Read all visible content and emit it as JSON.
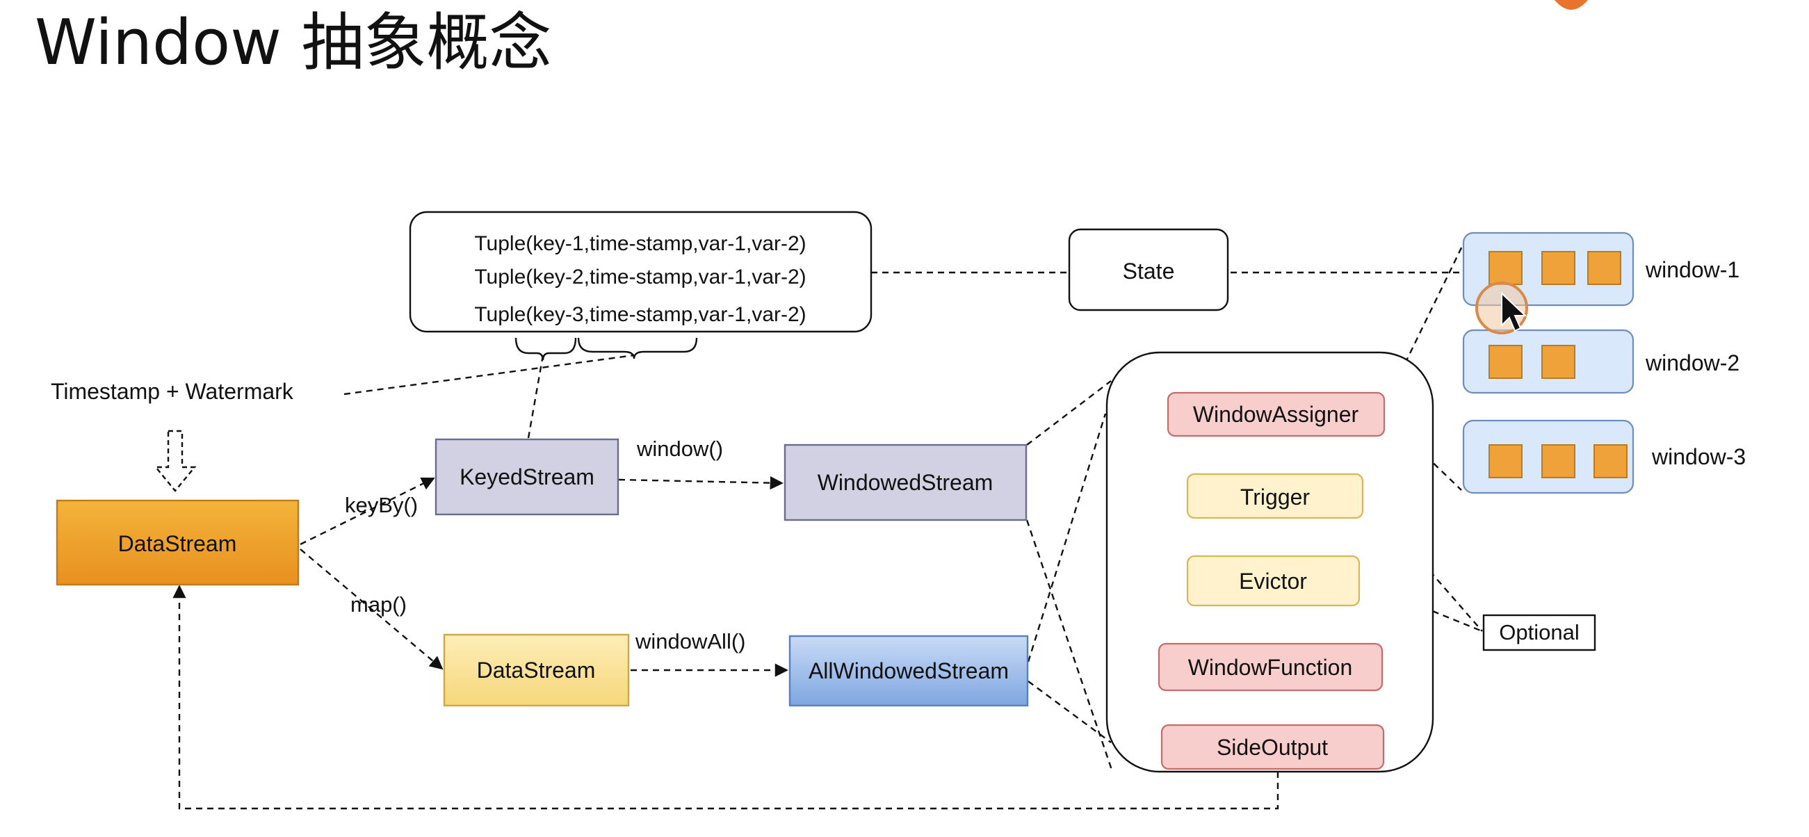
{
  "title": "Window 抽象概念",
  "tuples": [
    "Tuple(key-1,time-stamp,var-1,var-2)",
    "Tuple(key-2,time-stamp,var-1,var-2)",
    "Tuple(key-3,time-stamp,var-1,var-2)"
  ],
  "labels": {
    "timestamp_watermark": "Timestamp + Watermark",
    "state": "State",
    "keyed_stream": "KeyedStream",
    "windowed_stream": "WindowedStream",
    "datastream_source": "DataStream",
    "datastream_mapped": "DataStream",
    "all_windowed_stream": "AllWindowedStream",
    "keyby": "keyBy()",
    "map": "map()",
    "window_call": "window()",
    "window_all_call": "windowAll()",
    "optional": "Optional"
  },
  "components": [
    "WindowAssigner",
    "Trigger",
    "Evictor",
    "WindowFunction",
    "SideOutput"
  ],
  "windows": [
    {
      "label": "window-1",
      "squares": 3
    },
    {
      "label": "window-2",
      "squares": 2
    },
    {
      "label": "window-3",
      "squares": 3
    }
  ],
  "colors": {
    "orange_top": "#f3b43a",
    "orange_bottom": "#e8901f",
    "purple": "#d1d1e3",
    "yellow": "#fbe7a5",
    "blue_top": "#bcd2f3",
    "blue_bottom": "#7ea6e0",
    "pink": "#f8cecc",
    "pink_stroke": "#c56b68",
    "light_yellow": "#fff2cc",
    "window_bg": "#dae8fc",
    "square": "#f0a23a"
  }
}
